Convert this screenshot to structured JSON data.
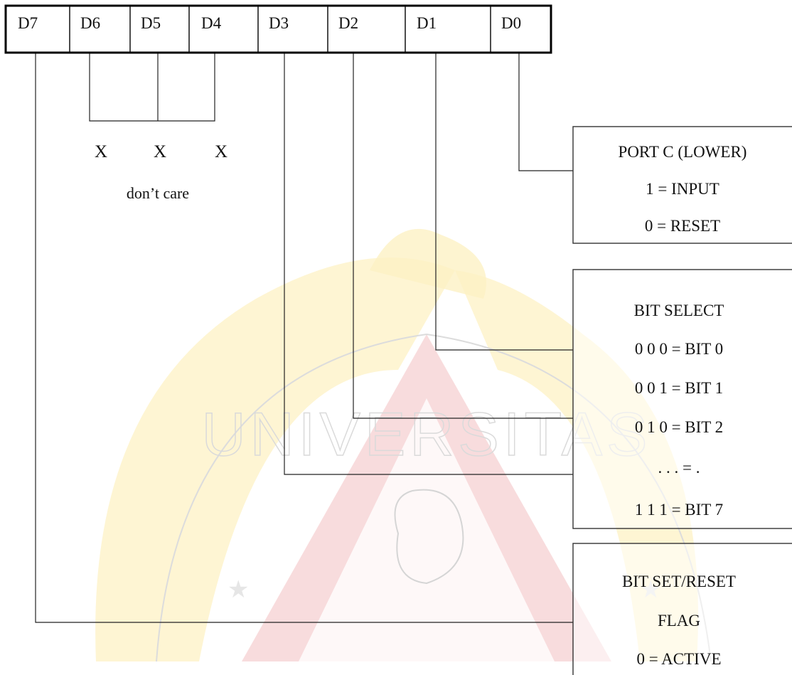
{
  "register": {
    "bits": [
      "D7",
      "D6",
      "D5",
      "D4",
      "D3",
      "D2",
      "D1",
      "D0"
    ]
  },
  "dont_care": {
    "marks": [
      "X",
      "X",
      "X"
    ],
    "label": "don’t care"
  },
  "boxes": {
    "port_c": {
      "lines": [
        "PORT C (LOWER)",
        "1 = INPUT",
        "0 = RESET"
      ]
    },
    "bit_select": {
      "lines": [
        "BIT SELECT",
        "0 0 0 = BIT 0",
        "0 0 1 = BIT 1",
        "0 1 0 = BIT 2",
        ". . . = .",
        "1 1 1 = BIT 7"
      ]
    },
    "bit_set_reset": {
      "lines": [
        "BIT SET/RESET",
        "FLAG",
        "0 = ACTIVE"
      ]
    }
  },
  "watermark": {
    "text": "UNIVERSITAS",
    "colors": {
      "red": "#f4cfd0",
      "yellow": "#fdf1c4",
      "outline": "#d9d9d9"
    }
  }
}
